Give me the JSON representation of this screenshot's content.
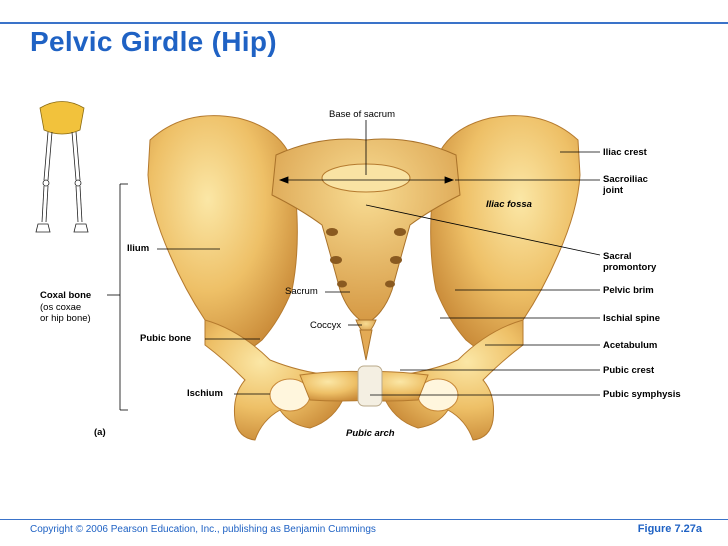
{
  "title": "Pelvic Girdle (Hip)",
  "footer": {
    "copyright": "Copyright © 2006 Pearson Education, Inc., publishing as Benjamin Cummings",
    "figure": "Figure 7.27a"
  },
  "panel_label": "(a)",
  "labels": {
    "base_of_sacrum": "Base of sacrum",
    "iliac_crest": "Iliac crest",
    "sacroiliac_1": "Sacroiliac",
    "sacroiliac_2": "joint",
    "iliac_fossa": "Iliac fossa",
    "sacral_promontory_1": "Sacral",
    "sacral_promontory_2": "promontory",
    "pelvic_brim": "Pelvic brim",
    "ischial_spine": "Ischial spine",
    "acetabulum": "Acetabulum",
    "pubic_crest": "Pubic crest",
    "pubic_symphysis": "Pubic symphysis",
    "ilium": "Ilium",
    "coxal_bone": "Coxal bone",
    "coxal_sub1": "(os coxae",
    "coxal_sub2": "or hip bone)",
    "pubic_bone": "Pubic bone",
    "ischium": "Ischium",
    "sacrum": "Sacrum",
    "coccyx": "Coccyx",
    "pubic_arch": "Pubic arch"
  },
  "colors": {
    "title": "#1f62c4",
    "bone_light": "#f6d98a",
    "bone_mid": "#e8b65a",
    "bone_dark": "#c8893a"
  }
}
